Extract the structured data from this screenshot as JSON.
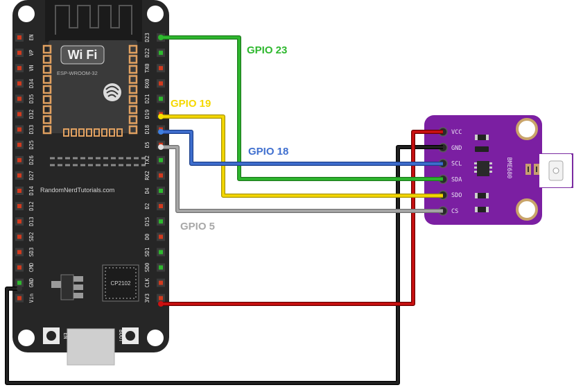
{
  "board": {
    "module_label": "ESP-WROOM-32",
    "wifi_text": "Wi Fi",
    "site_text": "RandomNerdTutorials.com",
    "chip_label": "CP2102",
    "en_button": "EN",
    "boot_button": "BOOT",
    "left_pins": [
      "EN",
      "VP",
      "VN",
      "D34",
      "D35",
      "D32",
      "D33",
      "D25",
      "D26",
      "D27",
      "D14",
      "D12",
      "D13",
      "SD2",
      "SD3",
      "CMD",
      "GND",
      "Vin"
    ],
    "right_pins": [
      "D23",
      "D22",
      "TX0",
      "RX0",
      "D21",
      "D19",
      "D18",
      "D5",
      "TX2",
      "RX2",
      "D4",
      "D2",
      "D15",
      "D0",
      "SD1",
      "SD0",
      "CLK",
      "3V3"
    ]
  },
  "sensor": {
    "name": "BME680",
    "pins": [
      "VCC",
      "GND",
      "SCL",
      "SDA",
      "SDO",
      "CS"
    ]
  },
  "wires": {
    "gpio23": {
      "label": "GPIO 23",
      "color": "#2eb82e"
    },
    "gpio19": {
      "label": "GPIO 19",
      "color": "#f5d800"
    },
    "gpio18": {
      "label": "GPIO 18",
      "color": "#3f6fcf"
    },
    "gpio5": {
      "label": "GPIO 5",
      "color": "#a8a8a8"
    },
    "vcc": {
      "color": "#cc1111"
    },
    "gnd": {
      "color": "#111111"
    }
  }
}
